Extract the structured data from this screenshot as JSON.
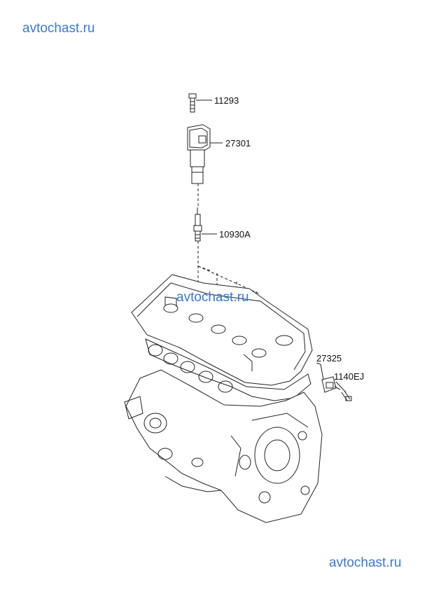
{
  "watermarks": {
    "top": "avtochast.ru",
    "middle": "avtochast.ru",
    "bottom": "avtochast.ru"
  },
  "parts": [
    {
      "id": "bolt",
      "number": "11293"
    },
    {
      "id": "ignition-coil",
      "number": "27301"
    },
    {
      "id": "spark-plug",
      "number": "10930A"
    },
    {
      "id": "sensor",
      "number": "27325"
    },
    {
      "id": "sensor-bolt",
      "number": "1140EJ"
    }
  ],
  "colors": {
    "watermark": "#3a78d6",
    "line": "#222222"
  }
}
